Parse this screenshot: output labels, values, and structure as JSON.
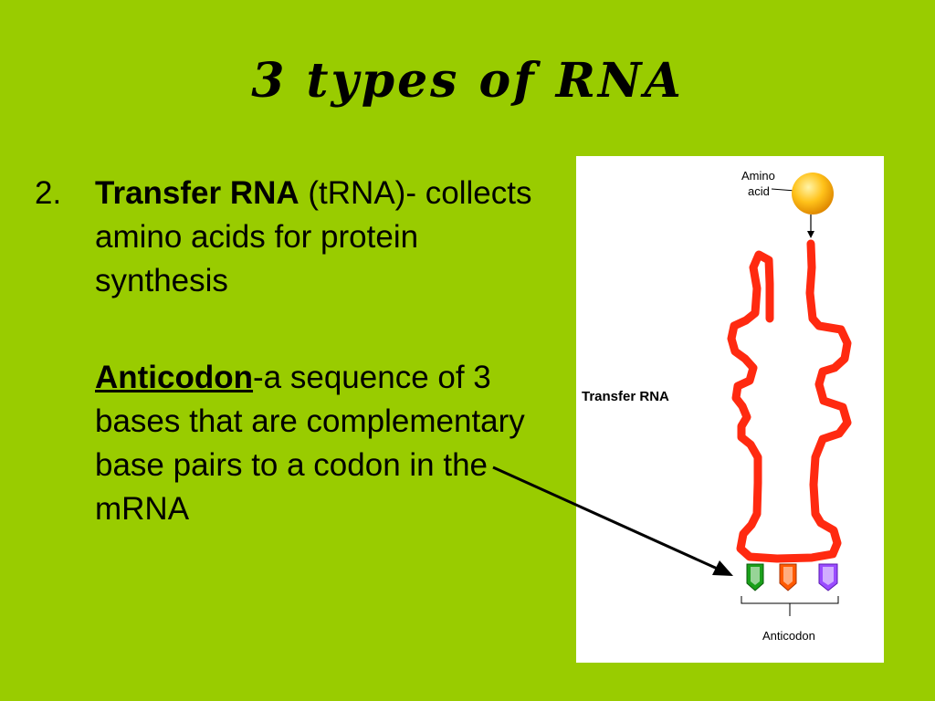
{
  "slide": {
    "title": "3 types of RNA",
    "point1": {
      "number": "2.",
      "term": "Transfer RNA",
      "abbrev": "(tRNA)-",
      "description": "collects amino acids for protein synthesis"
    },
    "point2": {
      "term": "Anticodon",
      "description": "-a sequence of 3 bases that are complementary base pairs to a codon in the mRNA"
    }
  },
  "figure": {
    "label_amino_line1": "Amino",
    "label_amino_line2": "acid",
    "label_transfer_rna": "Transfer RNA",
    "label_anticodon": "Anticodon",
    "colors": {
      "strand": "#ff2a10",
      "amino_acid": "#ffc21a",
      "base_green": "#1aa01a",
      "base_orange": "#ff5a00",
      "base_purple": "#9a4cff"
    }
  }
}
